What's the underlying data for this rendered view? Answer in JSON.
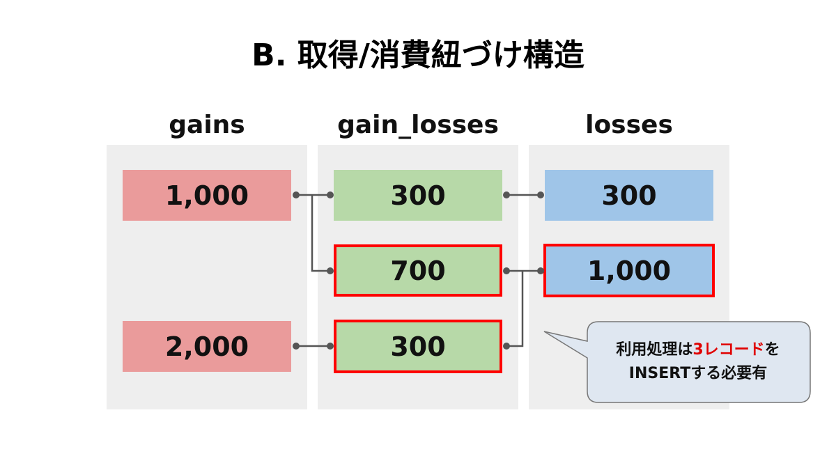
{
  "title": "B. 取得/消費紐づけ構造",
  "columns": {
    "gains": "gains",
    "gain_losses": "gain_losses",
    "losses": "losses"
  },
  "gains": [
    {
      "value": "1,000"
    },
    {
      "value": "2,000"
    }
  ],
  "gain_losses": [
    {
      "value": "300",
      "highlighted": false
    },
    {
      "value": "700",
      "highlighted": true
    },
    {
      "value": "300",
      "highlighted": true
    }
  ],
  "losses": [
    {
      "value": "300",
      "highlighted": false
    },
    {
      "value": "1,000",
      "highlighted": true
    }
  ],
  "callout": {
    "line1_prefix": "利用処理は",
    "line1_emphasis": "3レコード",
    "line1_suffix": "を",
    "line2": "INSERTする必要有"
  },
  "colors": {
    "gain": "#ea9b9b",
    "gain_loss": "#b7d9a8",
    "loss": "#9fc5e8",
    "highlight_border": "#ff0000",
    "connector": "#555555",
    "column_bg": "#eeeeee",
    "callout_bg": "#dfe7f1",
    "emphasis_text": "#e00000"
  }
}
